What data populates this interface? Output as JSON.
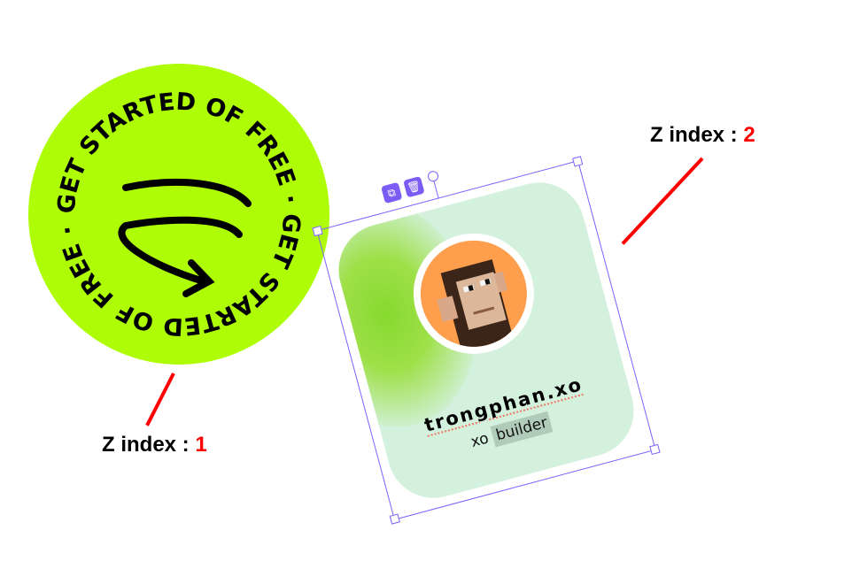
{
  "badge": {
    "circular_text": "GET STARTED OF FREE · GET STARTED OF FREE ·",
    "color": "#aefc06",
    "icon": "curved-arrow-icon"
  },
  "card": {
    "username": "trongphan.xo",
    "role_prefix": "xo",
    "role_highlight": "builder",
    "avatar": "pixel-ape-avatar",
    "background": "#d4f1de"
  },
  "selection": {
    "color": "#7b61ff",
    "tools": [
      {
        "icon": "duplicate-icon"
      },
      {
        "icon": "trash-icon"
      }
    ]
  },
  "annotations": [
    {
      "text": "Z index :",
      "value": "1"
    },
    {
      "text": "Z index :",
      "value": "2"
    }
  ]
}
